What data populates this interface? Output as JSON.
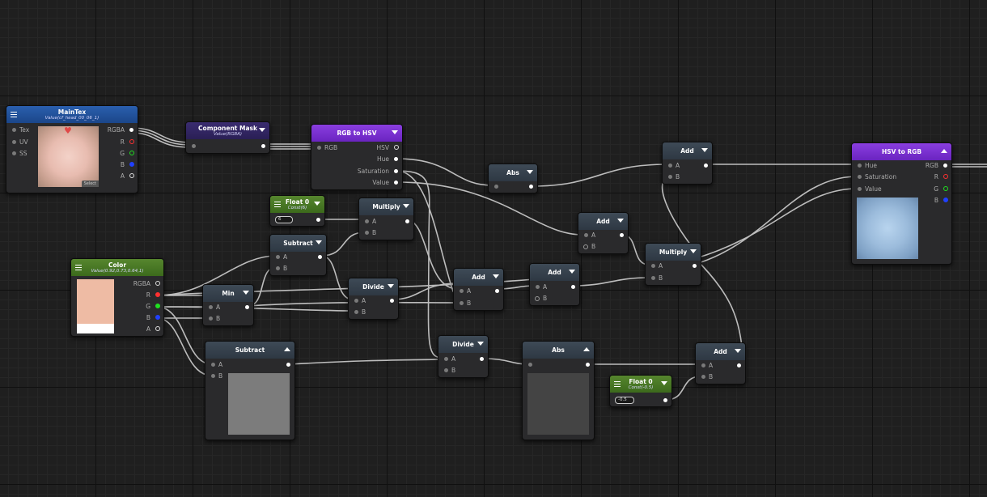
{
  "canvas_label": "node-graph-editor",
  "colors": {
    "connector_r": "#ff3030",
    "connector_g": "#20e020",
    "connector_b": "#2040ff",
    "wire": "#bdbdbd"
  },
  "nodes": {
    "maintex": {
      "title": "MainTex",
      "subtitle": "Value(cf_head_00_06_1)",
      "inputs": [
        "Tex",
        "UV",
        "SS"
      ],
      "outputs": [
        "RGBA",
        "R",
        "G",
        "B",
        "A"
      ],
      "select_label": "Select"
    },
    "component_mask": {
      "title": "Component Mask",
      "subtitle": "Value(RGBA)"
    },
    "rgb_to_hsv": {
      "title": "RGB to HSV",
      "input": "RGB",
      "outputs": [
        "HSV",
        "Hue",
        "Saturation",
        "Value"
      ]
    },
    "abs1": {
      "title": "Abs"
    },
    "add_top": {
      "title": "Add",
      "inputs": [
        "A",
        "B"
      ]
    },
    "hsv_to_rgb": {
      "title": "HSV to RGB",
      "inputs": [
        "Hue",
        "Saturation",
        "Value"
      ],
      "outputs": [
        "RGB",
        "R",
        "G",
        "B"
      ]
    },
    "float0_a": {
      "title": "Float 0",
      "subtitle": "Const(6)",
      "value": "6"
    },
    "multiply1": {
      "title": "Multiply",
      "inputs": [
        "A",
        "B"
      ]
    },
    "subtract1": {
      "title": "Subtract",
      "inputs": [
        "A",
        "B"
      ]
    },
    "color": {
      "title": "Color",
      "subtitle": "Value(0.92,0.73,0.64,1)",
      "outputs": [
        "RGBA",
        "R",
        "G",
        "B",
        "A"
      ],
      "swatch": "#eebba4"
    },
    "min": {
      "title": "Min",
      "inputs": [
        "A",
        "B"
      ]
    },
    "divide1": {
      "title": "Divide",
      "inputs": [
        "A",
        "B"
      ]
    },
    "add2": {
      "title": "Add",
      "inputs": [
        "A",
        "B"
      ]
    },
    "add3": {
      "title": "Add",
      "inputs": [
        "A",
        "B"
      ]
    },
    "add4": {
      "title": "Add",
      "inputs": [
        "A",
        "B"
      ]
    },
    "multiply2": {
      "title": "Multiply",
      "inputs": [
        "A",
        "B"
      ]
    },
    "subtract2": {
      "title": "Subtract",
      "inputs": [
        "A",
        "B"
      ]
    },
    "divide2": {
      "title": "Divide",
      "inputs": [
        "A",
        "B"
      ]
    },
    "abs2": {
      "title": "Abs"
    },
    "add_bottom": {
      "title": "Add",
      "inputs": [
        "A",
        "B"
      ]
    },
    "float0_b": {
      "title": "Float 0",
      "subtitle": "Const(-0.5)",
      "value": "-0.5"
    }
  }
}
